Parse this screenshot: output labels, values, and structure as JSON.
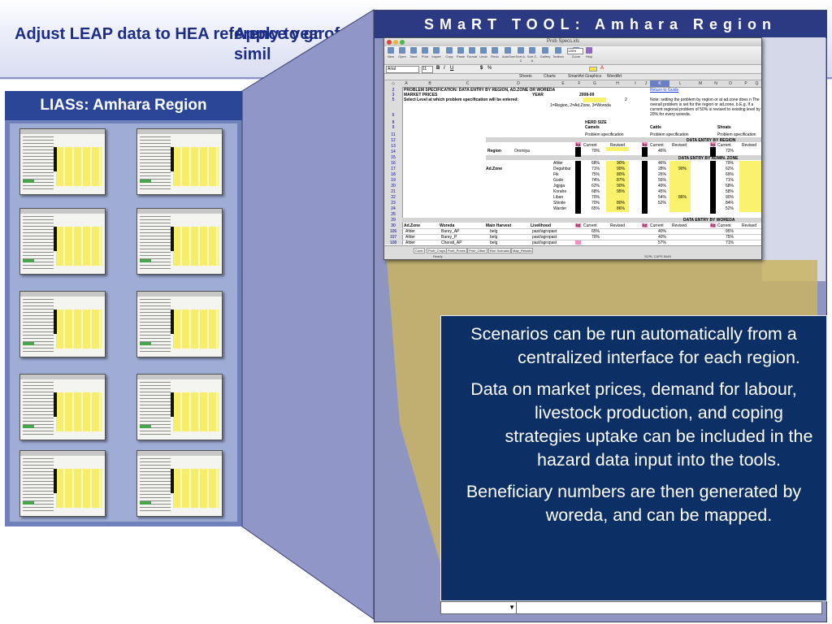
{
  "header": {
    "step1": "Adjust LEAP data to HEA reference year",
    "step2": "Apply to gr of simil"
  },
  "left_panel": {
    "title": "LIASs: Amhara Region"
  },
  "main_panel": {
    "title": "SMaRT TOOL: Amhara Region"
  },
  "spreadsheet": {
    "filename": "Prob Specs.xls",
    "toolbar": [
      "New",
      "Open",
      "Save",
      "Print",
      "Import",
      "Copy",
      "Paste",
      "Format",
      "Undo",
      "Redo",
      "AutoSum",
      "Sort A-Z",
      "Sort Z-A",
      "Gallery",
      "Toolbox",
      "Zoom",
      "Help"
    ],
    "zoom": "135%",
    "font_name": "Arial",
    "font_size": "11",
    "ribbon_tabs": [
      "Sheets",
      "Charts",
      "SmartArt Graphics",
      "WordArt"
    ],
    "columns": [
      "A",
      "B",
      "C",
      "D",
      "E",
      "F",
      "G",
      "H",
      "I",
      "J",
      "K",
      "L",
      "M",
      "N",
      "O",
      "P",
      "Q"
    ],
    "row_numbers": [
      "2",
      "3",
      "5",
      "6",
      "8",
      "9",
      "11",
      "12",
      "13",
      "14",
      "15",
      "16",
      "17",
      "18",
      "19",
      "20",
      "21",
      "22",
      "23",
      "24",
      "25",
      "29",
      "30",
      "106",
      "107",
      "108"
    ],
    "problem_spec": "PROBLEM SPECIFICATION: DATA ENTRY BY REGION, AD.ZONE OR WOREDA",
    "market_prices": "MARKET PRICES",
    "year_label": "YEAR",
    "year_value": "2008-09",
    "select_level": "Select Level at which problem specification will be entered:",
    "level_value": "2",
    "level_hint": "1=Region, 2=Ad.Zone, 3=Woreda",
    "return_link": "Return to Guide",
    "note": "Note: setting the problem by region or at ad.zone does n The overall problem is set for the region or ad.zone, b E.g. If a current regional problem of 50% is revised to existing level by 20% for every woreda.",
    "herd_size": "HERD SIZE",
    "camels": "Camels",
    "cattle": "Cattle",
    "shoats": "Shoats",
    "problem_specification": "Problem specification",
    "data_entry_region": "DATA ENTRY BY REGION",
    "data_entry_adzone": "DATA ENTRY BY ADMIN. ZONE",
    "data_entry_woreda": "DATA ENTRY BY WOREDA",
    "current": "Current",
    "revised": "Revised",
    "kp": "kp",
    "region_label": "Region",
    "region_value": "Oromiya",
    "region_values": [
      "70%",
      "46%",
      "72%"
    ],
    "adzone_label": "Ad.Zone",
    "zones": [
      {
        "name": "Afder",
        "c1": "68%",
        "r1": "90%",
        "c2": "46%",
        "r2": "",
        "c3": "79%"
      },
      {
        "name": "Degahbur",
        "c1": "71%",
        "r1": "90%",
        "c2": "28%",
        "r2": "90%",
        "c3": "62%"
      },
      {
        "name": "Fik",
        "c1": "75%",
        "r1": "80%",
        "c2": "26%",
        "r2": "",
        "c3": "69%"
      },
      {
        "name": "Gode",
        "c1": "74%",
        "r1": "87%",
        "c2": "55%",
        "r2": "",
        "c3": "71%"
      },
      {
        "name": "Jigjiga",
        "c1": "62%",
        "r1": "90%",
        "c2": "49%",
        "r2": "",
        "c3": "68%"
      },
      {
        "name": "Korahe",
        "c1": "68%",
        "r1": "95%",
        "c2": "45%",
        "r2": "",
        "c3": "58%"
      },
      {
        "name": "Liban",
        "c1": "70%",
        "r1": "",
        "c2": "54%",
        "r2": "86%",
        "c3": "90%"
      },
      {
        "name": "Shinile",
        "c1": "70%",
        "r1": "80%",
        "c2": "52%",
        "r2": "",
        "c3": "84%"
      },
      {
        "name": "Warder",
        "c1": "65%",
        "r1": "86%",
        "c2": "",
        "r2": "",
        "c3": "52%"
      }
    ],
    "woreda_headers": [
      "Ad.Zone",
      "Woreda",
      "Main Harvest",
      "Livelihood"
    ],
    "woredas": [
      {
        "zone": "Afder",
        "woreda": "Barey_AP",
        "harvest": "belg",
        "livelihood": "past/agropast",
        "c1": "65%",
        "c2": "40%",
        "c3": "95%"
      },
      {
        "zone": "Afder",
        "woreda": "Barey_P",
        "harvest": "belg",
        "livelihood": "past/agropast",
        "c1": "70%",
        "c2": "40%",
        "c3": "75%"
      },
      {
        "zone": "Afder",
        "woreda": "Cherati_AP",
        "harvest": "belg",
        "livelihood": "past/agropast",
        "c1": "",
        "c2": "57%",
        "c3": "71%"
      }
    ],
    "sheet_tabs": [
      "Contr",
      "Prob_Crops",
      "Prob_Prices",
      "Prob_Other",
      "Run Scenario",
      "Map_Results"
    ],
    "status_ready": "Ready",
    "status_modes": "SCRL  CAPS  NUM"
  },
  "description": {
    "p1": "Scenarios can be run automatically from a centralized interface for each region.",
    "p2": "Data on market prices, demand for labour, livestock production, and coping strategies uptake can be included in the hazard data input into the tools.",
    "p3": "Beneficiary numbers are then generated by woreda, and can be mapped."
  },
  "colors": {
    "title_bar": "#2b3a82",
    "header_text": "#1c2d86",
    "text_box": "#0c2f66",
    "sheet_yellow": "#faf26c"
  }
}
